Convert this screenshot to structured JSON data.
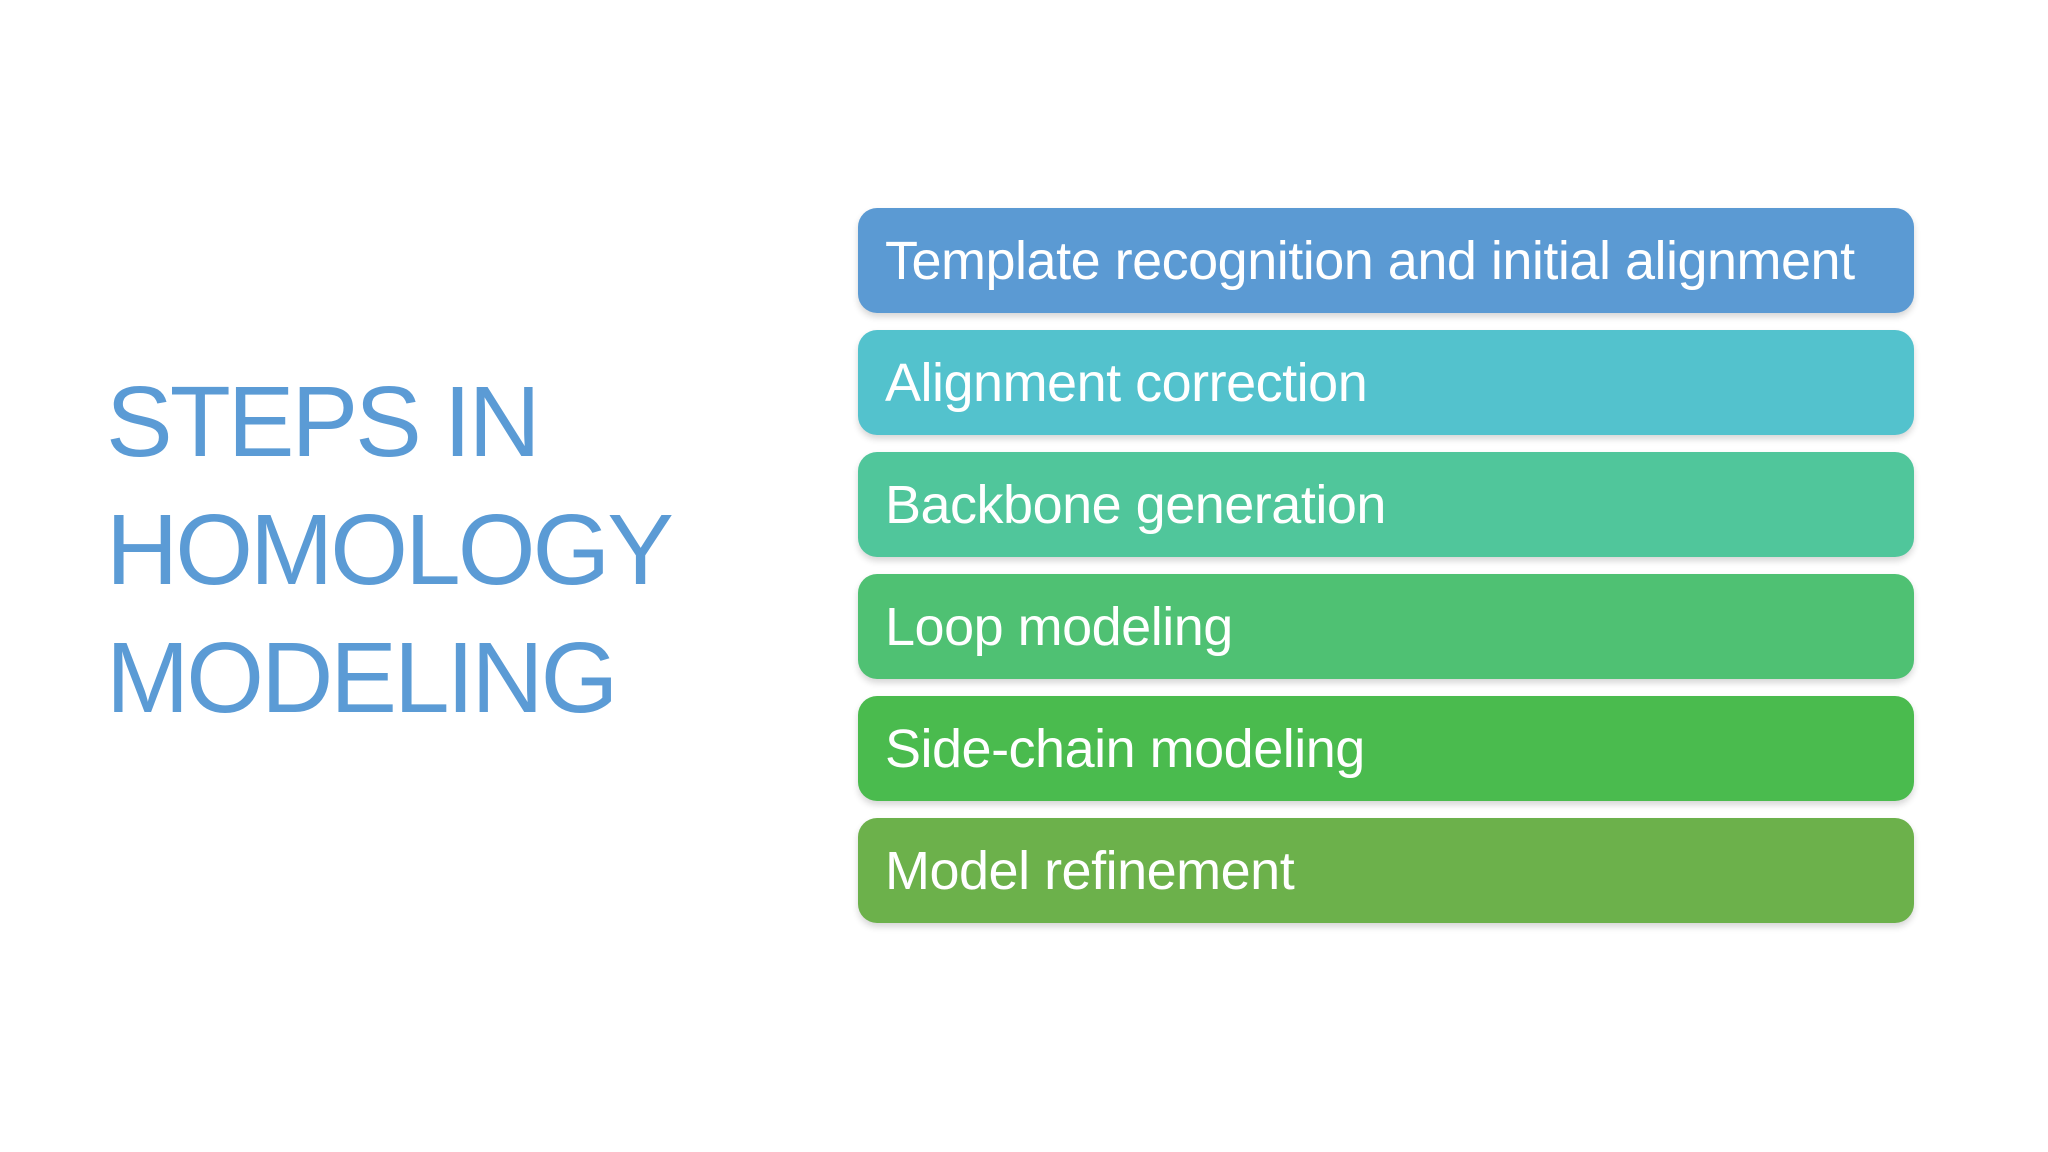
{
  "slide": {
    "background_color": "#FFFFFF",
    "title": {
      "lines": [
        "STEPS IN",
        "HOMOLOGY",
        "MODELING"
      ],
      "color": "#5B9BD5"
    },
    "step_text_color": "#FFFFFF",
    "steps": [
      {
        "label": "Template recognition and initial alignment",
        "color": "#5B9AD3"
      },
      {
        "label": "Alignment correction",
        "color": "#53C2CD"
      },
      {
        "label": "Backbone generation",
        "color": "#50C69B"
      },
      {
        "label": "Loop modeling",
        "color": "#4FC173"
      },
      {
        "label": "Side-chain modeling",
        "color": "#4ABB4E"
      },
      {
        "label": "Model refinement",
        "color": "#6CB14B"
      }
    ]
  }
}
